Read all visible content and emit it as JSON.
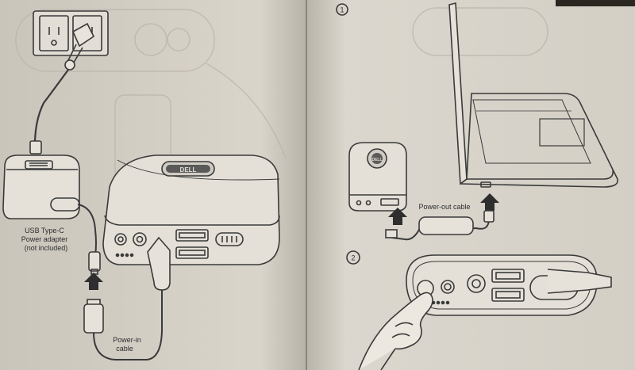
{
  "left_page": {
    "adapter_label": [
      "USB Type-C",
      "Power adapter",
      "(not included)"
    ],
    "cable_label": [
      "Power-in",
      "cable"
    ],
    "brand": "DELL"
  },
  "right_page": {
    "step1_marker": "1",
    "step2_marker": "2",
    "cable_label": "Power-out cable",
    "brand": "DELL"
  },
  "colors": {
    "paper_left": "#d6d2c8",
    "paper_right": "#dcd8cf",
    "ink": "#3a3a3a",
    "gutter": "#8a857b"
  }
}
